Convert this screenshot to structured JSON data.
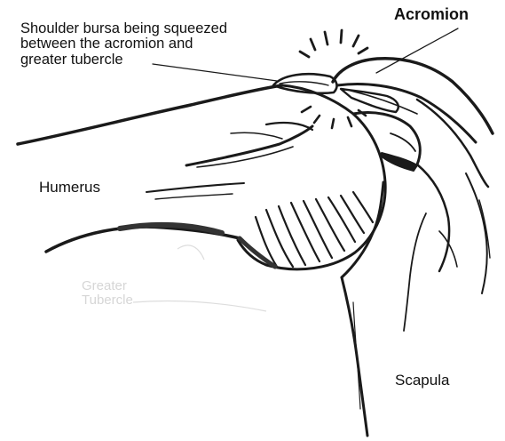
{
  "labels": {
    "bursa_line1": "Shoulder bursa being squeezed",
    "bursa_line2": "between the acromion and",
    "bursa_line3": "greater tubercle",
    "acromion": "Acromion",
    "humerus": "Humerus",
    "scapula": "Scapula",
    "faint_line1": "Greater",
    "faint_line2": "Tubercle"
  },
  "colors": {
    "ink": "#1a1a1a",
    "paper": "#ffffff",
    "ghost": "#d6d6d6"
  }
}
